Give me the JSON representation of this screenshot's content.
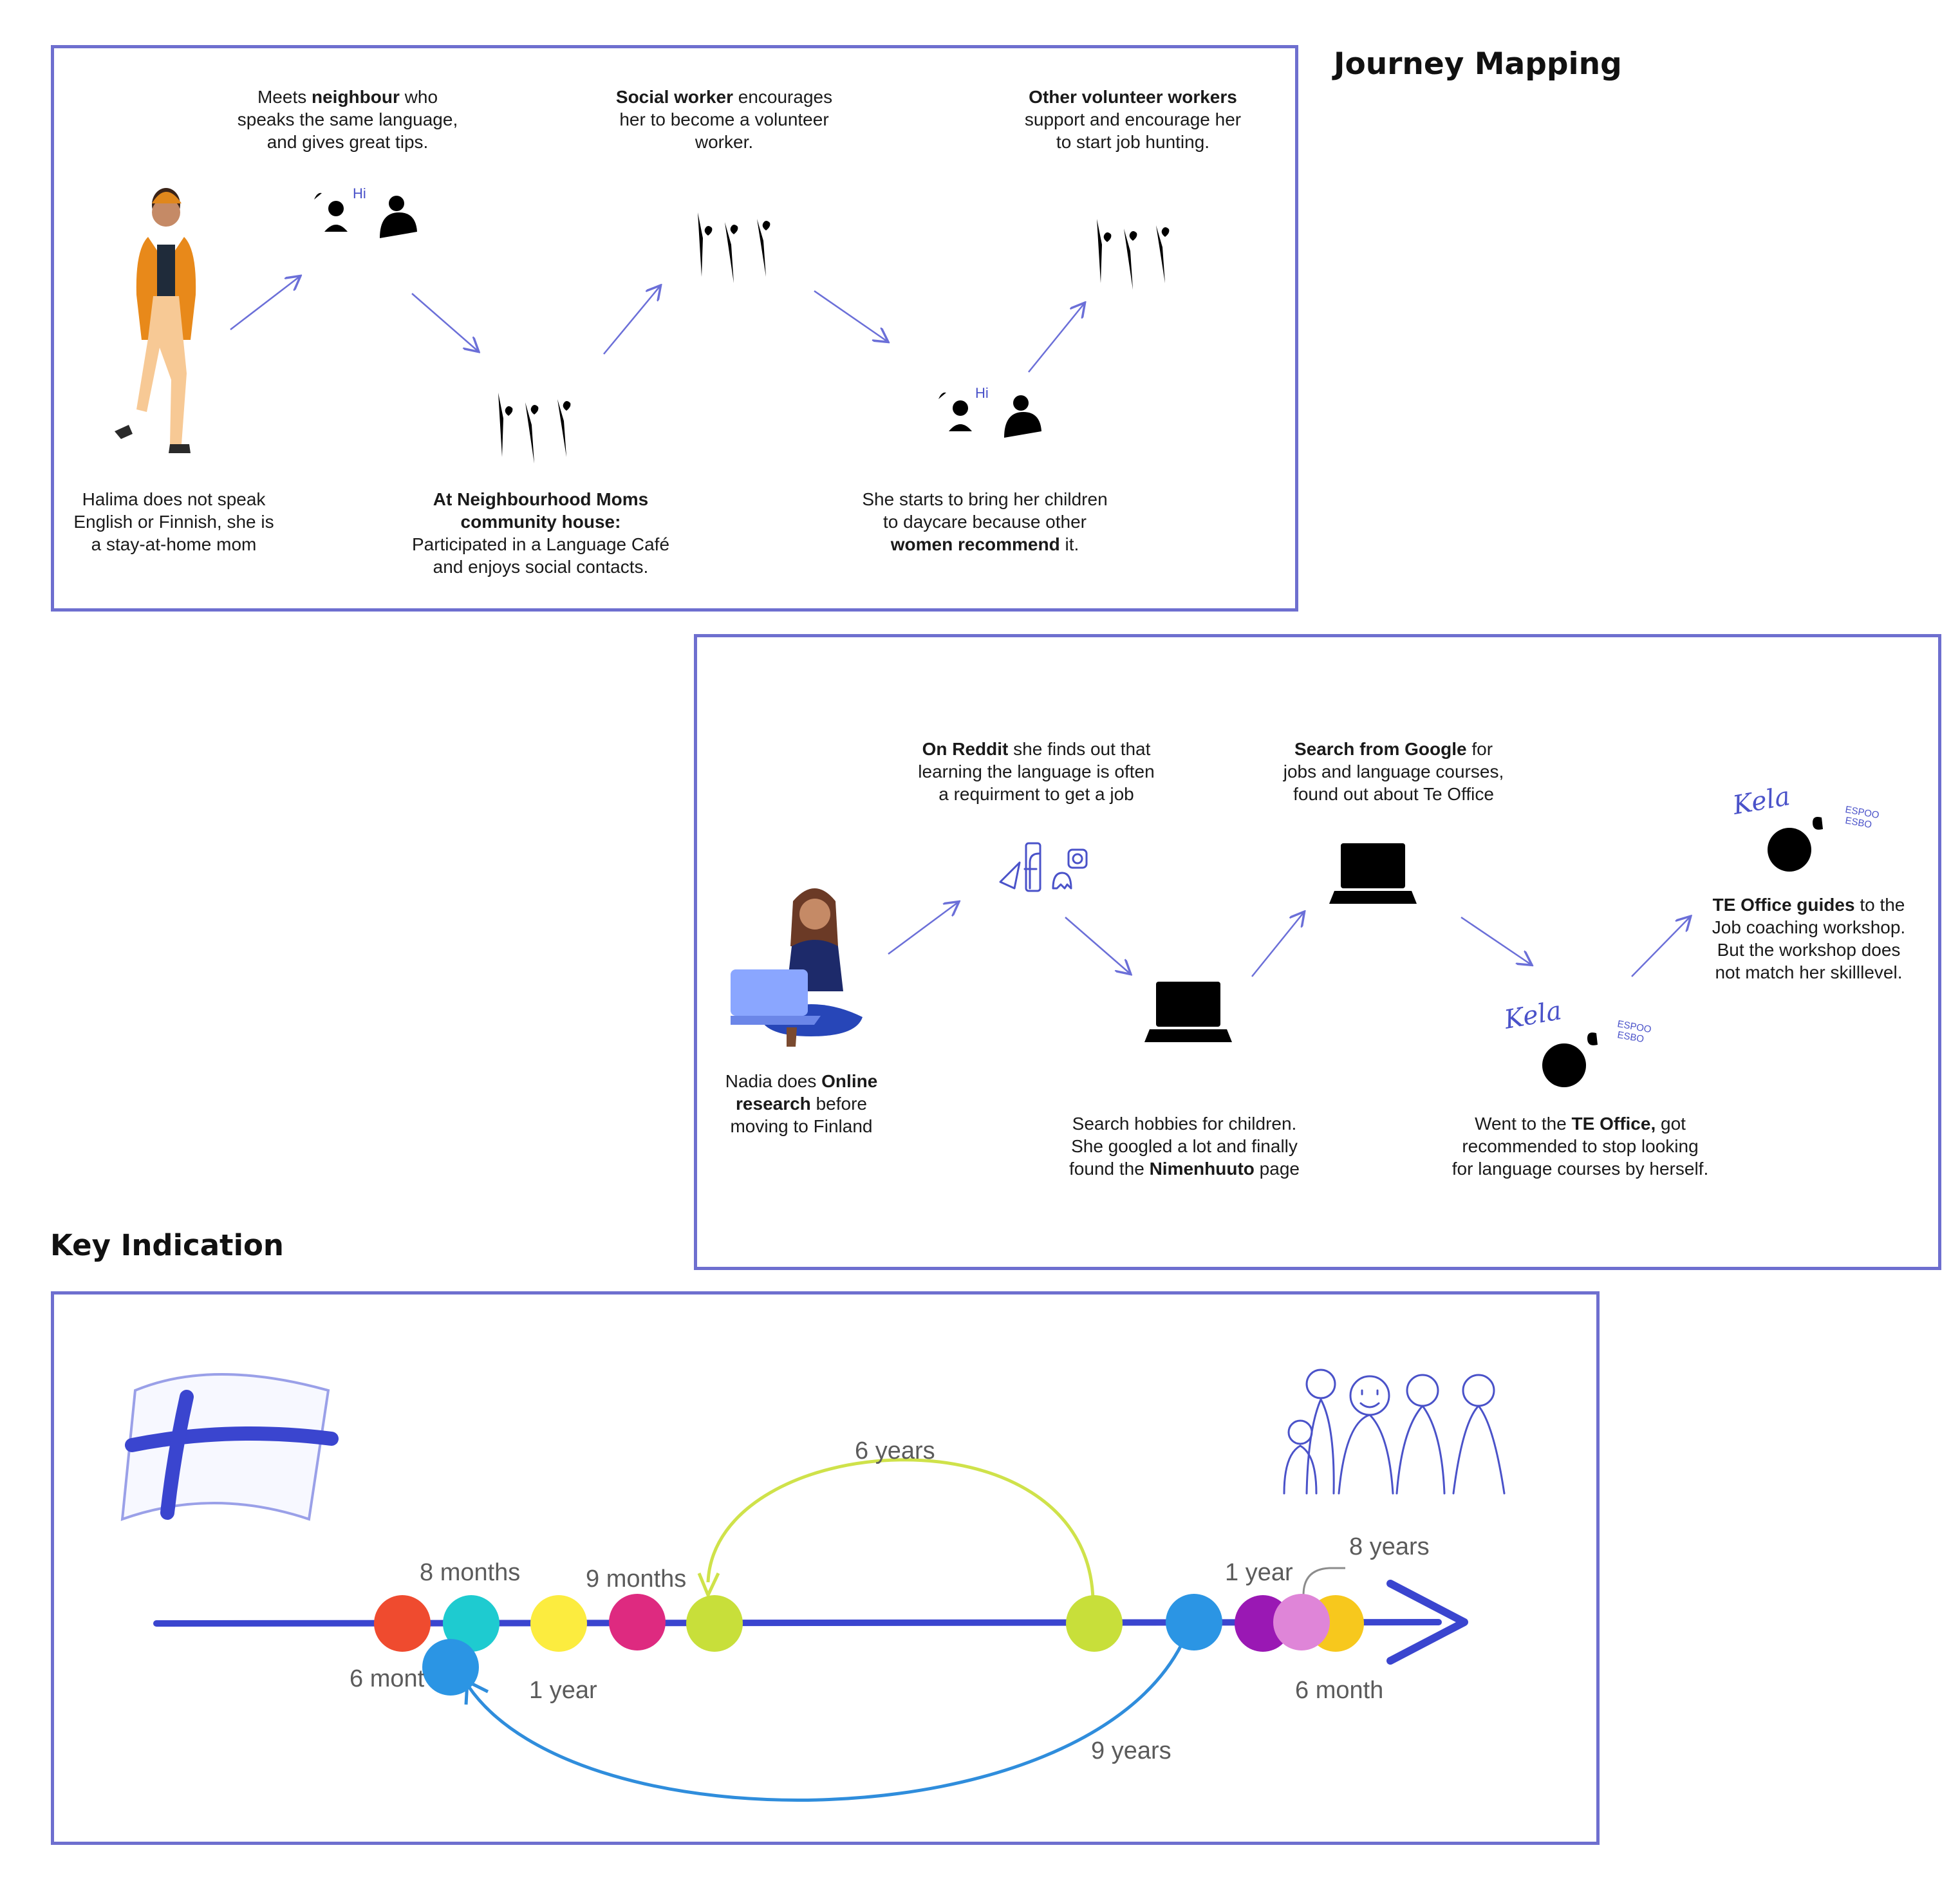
{
  "headings": {
    "journey_mapping": "Journey Mapping",
    "key_indication": "Key Indication"
  },
  "halima": {
    "start": [
      "Halima does not speak",
      "English or Finnish, she is",
      "a stay-at-home mom"
    ],
    "step1": {
      "pre": "Meets ",
      "bold": "neighbour",
      "post": " who",
      "line2": "speaks the same language,",
      "line3": "and gives great tips."
    },
    "step2": {
      "bold1": "At Neighbourhood Moms",
      "bold2": "community house:",
      "line3": "Participated in a Language Café",
      "line4": "and enjoys social contacts."
    },
    "step3": {
      "bold": "Social worker",
      "post": " encourages",
      "line2": "her to become a volunteer",
      "line3": "worker."
    },
    "step4": {
      "line1": "She starts to bring her children",
      "line2": "to daycare because other",
      "bold": "women recommend",
      "post": " it."
    },
    "step5": {
      "bold": "Other volunteer workers",
      "line2": "support and encourage her",
      "line3": "to start job hunting."
    },
    "hi_label": "Hi"
  },
  "nadia": {
    "start": {
      "pre": "Nadia does ",
      "bold1": "Online",
      "bold2": "research",
      "post": " before",
      "line3": "moving to Finland"
    },
    "step1": {
      "bold": "On Reddit",
      "post": " she finds out that",
      "line2": "learning the language is often",
      "line3": "a requirment to get a job"
    },
    "step2": {
      "line1": "Search hobbies for children.",
      "line2": "She googled a lot and finally",
      "pre3": "found the ",
      "bold": "Nimenhuuto",
      "post3": " page"
    },
    "step3": {
      "bold": "Search from Google",
      "post": " for",
      "line2": "jobs and language courses,",
      "line3": "found out about Te Office"
    },
    "step4": {
      "pre": "Went to the ",
      "bold": "TE Office,",
      "post": " got",
      "line2": "recommended to stop looking",
      "line3": "for language courses by herself."
    },
    "step5": {
      "bold": "TE Office guides",
      "post": " to the",
      "line2": "Job coaching workshop.",
      "line3": "But the workshop does",
      "line4": "not match her skilllevel."
    },
    "kela": "Kela",
    "espoo": "ESPOO",
    "esbo": "ESBO"
  },
  "timeline": {
    "labels": {
      "months8": "8 months",
      "months9": "9 months",
      "months6": "6 mont",
      "year1_low": "1 year",
      "years6": "6 years",
      "year1_high": "1 year",
      "years8": "8 years",
      "month6": "6 month",
      "years9": "9 years"
    },
    "colors": {
      "red": "#ef4b2f",
      "cyan": "#1ecbd0",
      "yellow": "#fcec3f",
      "magenta": "#de2a80",
      "lime": "#c8df3a",
      "blue": "#2b95e4",
      "purple": "#9a18b4",
      "pink": "#df85d8",
      "amber": "#f7c81d",
      "axis": "#3a45cf",
      "arc_lime": "#cfe24a",
      "arc_blue": "#2f8ddc"
    }
  }
}
